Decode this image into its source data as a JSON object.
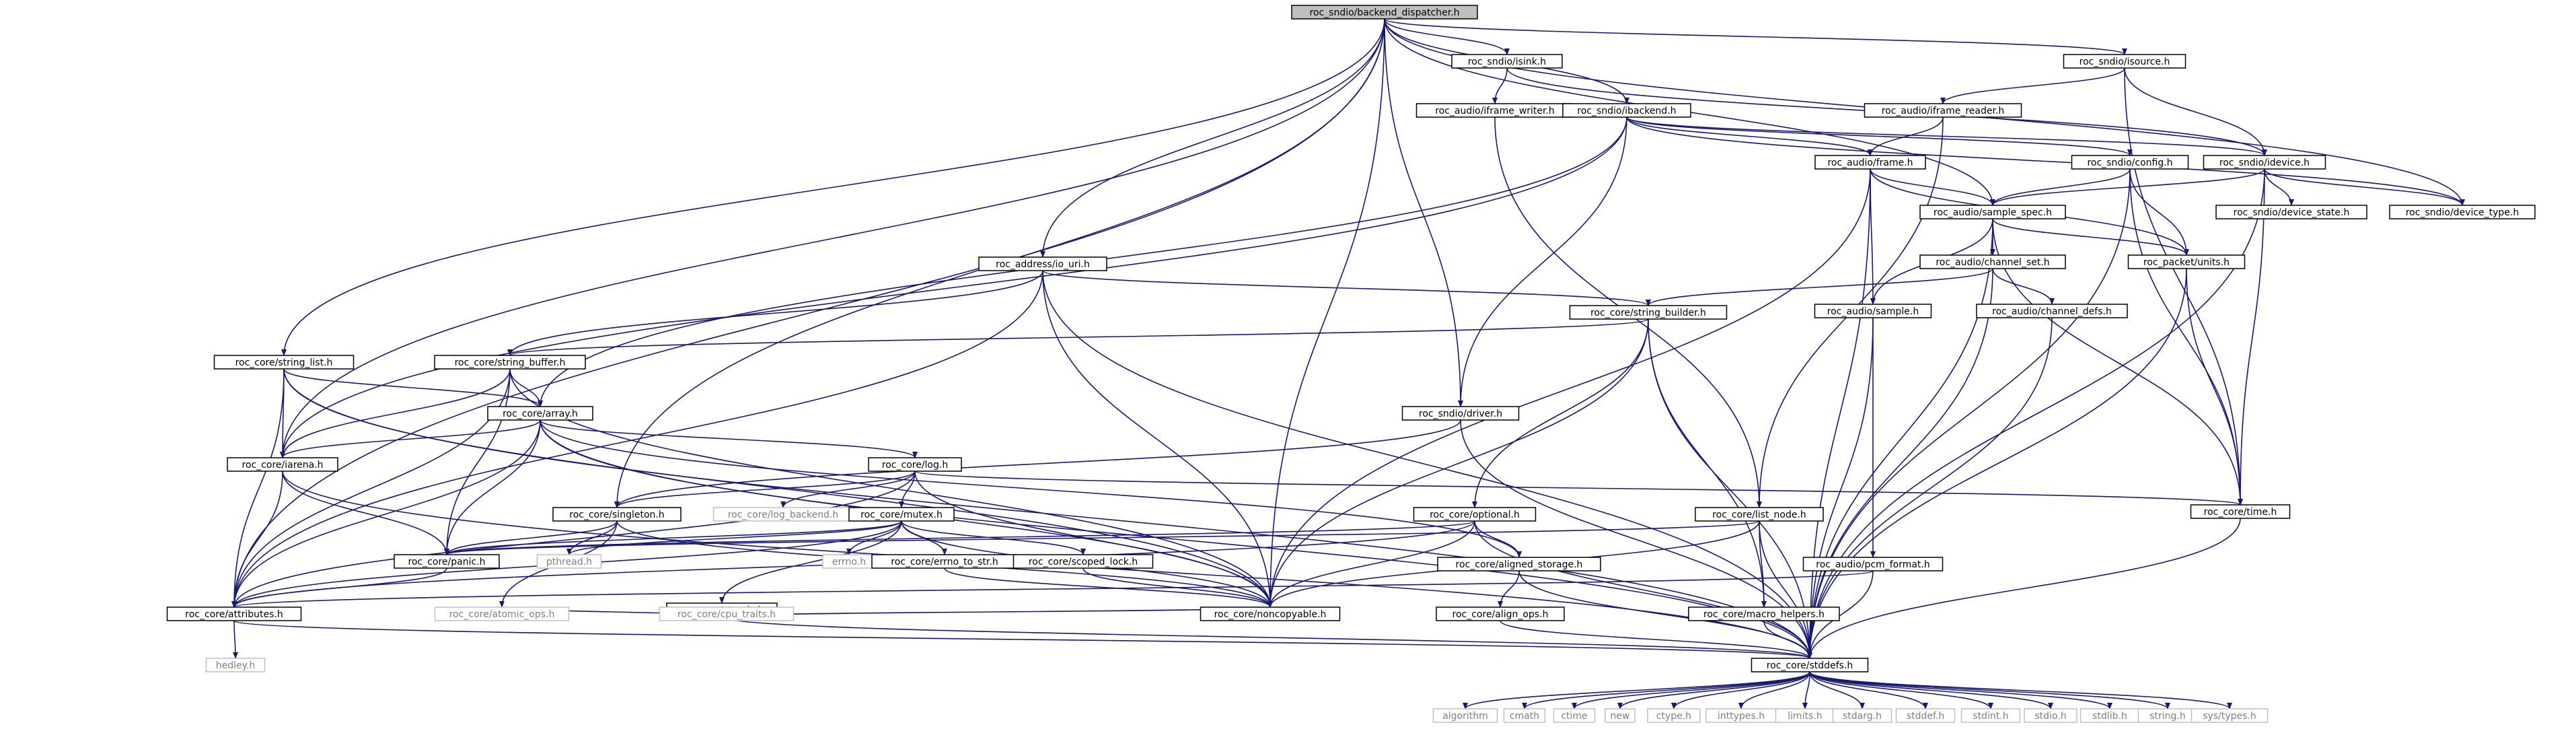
{
  "diagram": {
    "root": "roc_sndio/backend_dispatcher.h",
    "nodes": [
      {
        "id": "root",
        "label": "roc_sndio/backend_dispatcher.h",
        "style": "root"
      },
      {
        "id": "isink",
        "label": "roc_sndio/isink.h"
      },
      {
        "id": "isource",
        "label": "roc_sndio/isource.h"
      },
      {
        "id": "frame_writer",
        "label": "roc_audio/iframe_writer.h"
      },
      {
        "id": "ibackend",
        "label": "roc_sndio/ibackend.h"
      },
      {
        "id": "frame_reader",
        "label": "roc_audio/iframe_reader.h"
      },
      {
        "id": "frame",
        "label": "roc_audio/frame.h"
      },
      {
        "id": "config",
        "label": "roc_sndio/config.h"
      },
      {
        "id": "idevice",
        "label": "roc_sndio/idevice.h"
      },
      {
        "id": "sample_spec",
        "label": "roc_audio/sample_spec.h"
      },
      {
        "id": "device_state",
        "label": "roc_sndio/device_state.h"
      },
      {
        "id": "device_type",
        "label": "roc_sndio/device_type.h"
      },
      {
        "id": "io_uri",
        "label": "roc_address/io_uri.h"
      },
      {
        "id": "channel_set",
        "label": "roc_audio/channel_set.h"
      },
      {
        "id": "units",
        "label": "roc_packet/units.h"
      },
      {
        "id": "string_builder",
        "label": "roc_core/string_builder.h"
      },
      {
        "id": "sample",
        "label": "roc_audio/sample.h"
      },
      {
        "id": "channel_defs",
        "label": "roc_audio/channel_defs.h"
      },
      {
        "id": "string_list",
        "label": "roc_core/string_list.h"
      },
      {
        "id": "string_buffer",
        "label": "roc_core/string_buffer.h"
      },
      {
        "id": "array",
        "label": "roc_core/array.h"
      },
      {
        "id": "driver",
        "label": "roc_sndio/driver.h"
      },
      {
        "id": "arena",
        "label": "roc_core/iarena.h"
      },
      {
        "id": "log",
        "label": "roc_core/log.h"
      },
      {
        "id": "time",
        "label": "roc_core/time.h"
      },
      {
        "id": "singleton",
        "label": "roc_core/singleton.h"
      },
      {
        "id": "log_backend",
        "label": "roc_core/log_backend.h",
        "style": "ext"
      },
      {
        "id": "mutex",
        "label": "roc_core/mutex.h"
      },
      {
        "id": "optional",
        "label": "roc_core/optional.h"
      },
      {
        "id": "list_node",
        "label": "roc_core/list_node.h"
      },
      {
        "id": "panic",
        "label": "roc_core/panic.h"
      },
      {
        "id": "pthread",
        "label": "pthread.h",
        "style": "ext"
      },
      {
        "id": "errno",
        "label": "errno.h",
        "style": "ext"
      },
      {
        "id": "errno_to_str",
        "label": "roc_core/errno_to_str.h"
      },
      {
        "id": "scoped_lock",
        "label": "roc_core/scoped_lock.h"
      },
      {
        "id": "aligned_storage",
        "label": "roc_core/aligned_storage.h"
      },
      {
        "id": "pcm_format",
        "label": "roc_audio/pcm_format.h"
      },
      {
        "id": "atomic",
        "label": "roc_core/atomic.h"
      },
      {
        "id": "attributes",
        "label": "roc_core/attributes.h"
      },
      {
        "id": "atomic_ops",
        "label": "roc_core/atomic_ops.h",
        "style": "ext"
      },
      {
        "id": "cpu_traits",
        "label": "roc_core/cpu_traits.h",
        "style": "ext"
      },
      {
        "id": "noncopyable",
        "label": "roc_core/noncopyable.h"
      },
      {
        "id": "align_ops",
        "label": "roc_core/align_ops.h"
      },
      {
        "id": "macro_helpers",
        "label": "roc_core/macro_helpers.h"
      },
      {
        "id": "hedley",
        "label": "hedley.h",
        "style": "ext"
      },
      {
        "id": "stddefs",
        "label": "roc_core/stddefs.h"
      },
      {
        "id": "algorithm",
        "label": "algorithm",
        "style": "ext"
      },
      {
        "id": "cmath",
        "label": "cmath",
        "style": "ext"
      },
      {
        "id": "ctime",
        "label": "ctime",
        "style": "ext"
      },
      {
        "id": "new",
        "label": "new",
        "style": "ext"
      },
      {
        "id": "ctype",
        "label": "ctype.h",
        "style": "ext"
      },
      {
        "id": "inttypes",
        "label": "inttypes.h",
        "style": "ext"
      },
      {
        "id": "limits",
        "label": "limits.h",
        "style": "ext"
      },
      {
        "id": "stdarg",
        "label": "stdarg.h",
        "style": "ext"
      },
      {
        "id": "stddef",
        "label": "stddef.h",
        "style": "ext"
      },
      {
        "id": "stdint",
        "label": "stdint.h",
        "style": "ext"
      },
      {
        "id": "stdio",
        "label": "stdio.h",
        "style": "ext"
      },
      {
        "id": "stdlib",
        "label": "stdlib.h",
        "style": "ext"
      },
      {
        "id": "string",
        "label": "string.h",
        "style": "ext"
      },
      {
        "id": "systypes",
        "label": "sys/types.h",
        "style": "ext"
      }
    ],
    "edges": [
      [
        "root",
        "isink"
      ],
      [
        "root",
        "isource"
      ],
      [
        "root",
        "ibackend"
      ],
      [
        "root",
        "io_uri"
      ],
      [
        "root",
        "string_list"
      ],
      [
        "root",
        "arena"
      ],
      [
        "root",
        "attributes"
      ],
      [
        "root",
        "noncopyable"
      ],
      [
        "root",
        "driver"
      ],
      [
        "root",
        "sample_spec"
      ],
      [
        "root",
        "device_type"
      ],
      [
        "root",
        "singleton"
      ],
      [
        "isink",
        "frame_writer"
      ],
      [
        "isink",
        "idevice"
      ],
      [
        "isource",
        "frame_reader"
      ],
      [
        "isource",
        "idevice"
      ],
      [
        "isource",
        "time"
      ],
      [
        "frame_writer",
        "list_node"
      ],
      [
        "frame_reader",
        "frame"
      ],
      [
        "frame_reader",
        "list_node"
      ],
      [
        "ibackend",
        "config"
      ],
      [
        "ibackend",
        "idevice"
      ],
      [
        "ibackend",
        "device_type"
      ],
      [
        "ibackend",
        "driver"
      ],
      [
        "ibackend",
        "array"
      ],
      [
        "ibackend",
        "arena"
      ],
      [
        "ibackend",
        "frame"
      ],
      [
        "frame",
        "sample_spec"
      ],
      [
        "frame",
        "sample"
      ],
      [
        "frame",
        "units"
      ],
      [
        "frame",
        "noncopyable"
      ],
      [
        "frame",
        "stddefs"
      ],
      [
        "config",
        "sample_spec"
      ],
      [
        "config",
        "units"
      ],
      [
        "config",
        "time"
      ],
      [
        "config",
        "stddefs"
      ],
      [
        "idevice",
        "sample_spec"
      ],
      [
        "idevice",
        "device_state"
      ],
      [
        "idevice",
        "device_type"
      ],
      [
        "idevice",
        "time"
      ],
      [
        "idevice",
        "stddefs"
      ],
      [
        "sample_spec",
        "channel_set"
      ],
      [
        "sample_spec",
        "sample"
      ],
      [
        "sample_spec",
        "units"
      ],
      [
        "sample_spec",
        "time"
      ],
      [
        "sample_spec",
        "stddefs"
      ],
      [
        "channel_set",
        "channel_defs"
      ],
      [
        "channel_set",
        "string_builder"
      ],
      [
        "channel_set",
        "stddefs"
      ],
      [
        "channel_defs",
        "stddefs"
      ],
      [
        "sample",
        "pcm_format"
      ],
      [
        "sample",
        "stddefs"
      ],
      [
        "pcm_format",
        "attributes"
      ],
      [
        "pcm_format",
        "stddefs"
      ],
      [
        "units",
        "time"
      ],
      [
        "units",
        "stddefs"
      ],
      [
        "io_uri",
        "string_buffer"
      ],
      [
        "io_uri",
        "string_builder"
      ],
      [
        "io_uri",
        "attributes"
      ],
      [
        "io_uri",
        "noncopyable"
      ],
      [
        "io_uri",
        "stddefs"
      ],
      [
        "string_builder",
        "string_buffer"
      ],
      [
        "string_builder",
        "optional"
      ],
      [
        "string_builder",
        "macro_helpers"
      ],
      [
        "string_builder",
        "noncopyable"
      ],
      [
        "string_builder",
        "stddefs"
      ],
      [
        "string_list",
        "array"
      ],
      [
        "string_list",
        "arena"
      ],
      [
        "string_list",
        "attributes"
      ],
      [
        "string_list",
        "noncopyable"
      ],
      [
        "string_list",
        "stddefs"
      ],
      [
        "string_buffer",
        "array"
      ],
      [
        "string_buffer",
        "arena"
      ],
      [
        "string_buffer",
        "panic"
      ],
      [
        "string_buffer",
        "attributes"
      ],
      [
        "string_buffer",
        "noncopyable"
      ],
      [
        "array",
        "arena"
      ],
      [
        "array",
        "log"
      ],
      [
        "array",
        "panic"
      ],
      [
        "array",
        "attributes"
      ],
      [
        "array",
        "noncopyable"
      ],
      [
        "array",
        "aligned_storage"
      ],
      [
        "array",
        "stddefs"
      ],
      [
        "driver",
        "singleton"
      ],
      [
        "driver",
        "stddefs"
      ],
      [
        "arena",
        "panic"
      ],
      [
        "arena",
        "attributes"
      ],
      [
        "arena",
        "stddefs"
      ],
      [
        "log",
        "time"
      ],
      [
        "log",
        "singleton"
      ],
      [
        "log",
        "log_backend"
      ],
      [
        "log",
        "mutex"
      ],
      [
        "log",
        "attributes"
      ],
      [
        "log",
        "noncopyable"
      ],
      [
        "singleton",
        "panic"
      ],
      [
        "singleton",
        "pthread"
      ],
      [
        "singleton",
        "atomic_ops"
      ],
      [
        "singleton",
        "noncopyable"
      ],
      [
        "mutex",
        "pthread"
      ],
      [
        "mutex",
        "errno"
      ],
      [
        "mutex",
        "errno_to_str"
      ],
      [
        "mutex",
        "scoped_lock"
      ],
      [
        "mutex",
        "panic"
      ],
      [
        "mutex",
        "atomic"
      ],
      [
        "mutex",
        "attributes"
      ],
      [
        "mutex",
        "noncopyable"
      ],
      [
        "optional",
        "panic"
      ],
      [
        "optional",
        "aligned_storage"
      ],
      [
        "optional",
        "noncopyable"
      ],
      [
        "optional",
        "attributes"
      ],
      [
        "optional",
        "stddefs"
      ],
      [
        "list_node",
        "panic"
      ],
      [
        "list_node",
        "noncopyable"
      ],
      [
        "list_node",
        "macro_helpers"
      ],
      [
        "list_node",
        "stddefs"
      ],
      [
        "panic",
        "attributes"
      ],
      [
        "errno_to_str",
        "noncopyable"
      ],
      [
        "scoped_lock",
        "noncopyable"
      ],
      [
        "aligned_storage",
        "align_ops"
      ],
      [
        "aligned_storage",
        "stddefs"
      ],
      [
        "atomic",
        "atomic_ops"
      ],
      [
        "atomic",
        "cpu_traits"
      ],
      [
        "atomic",
        "noncopyable"
      ],
      [
        "atomic",
        "stddefs"
      ],
      [
        "align_ops",
        "stddefs"
      ],
      [
        "macro_helpers",
        "stddefs"
      ],
      [
        "attributes",
        "hedley"
      ],
      [
        "attributes",
        "stddefs"
      ],
      [
        "time",
        "stddefs"
      ],
      [
        "stddefs",
        "algorithm"
      ],
      [
        "stddefs",
        "cmath"
      ],
      [
        "stddefs",
        "ctime"
      ],
      [
        "stddefs",
        "new"
      ],
      [
        "stddefs",
        "ctype"
      ],
      [
        "stddefs",
        "inttypes"
      ],
      [
        "stddefs",
        "limits"
      ],
      [
        "stddefs",
        "stdarg"
      ],
      [
        "stddefs",
        "stddef"
      ],
      [
        "stddefs",
        "stdint"
      ],
      [
        "stddefs",
        "stdio"
      ],
      [
        "stddefs",
        "stdlib"
      ],
      [
        "stddefs",
        "string"
      ],
      [
        "stddefs",
        "systypes"
      ]
    ]
  }
}
